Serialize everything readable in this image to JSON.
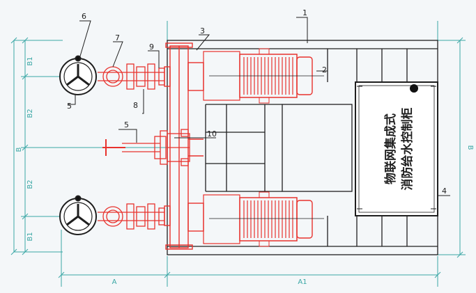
{
  "colors": {
    "background": "#f4f7f9",
    "dimension": "#3aa7a5",
    "pipe": "#e8322d",
    "outline": "#1f1f1f",
    "leader": "#1f1f1f",
    "motor": "#e8322d"
  },
  "callouts": {
    "c1": "1",
    "c2": "2",
    "c3": "3",
    "c4": "4",
    "c5a": "5",
    "c5b": "5",
    "c6": "6",
    "c7": "7",
    "c8": "8",
    "c9": "9",
    "c10": "10"
  },
  "dimensions": {
    "b1_top": "B1",
    "b2_top": "B2",
    "b_total": "B",
    "b2_bottom": "B2",
    "b1_bottom": "B1",
    "b_right": "B",
    "a": "A",
    "a1": "A1"
  },
  "cabinet": {
    "line1": "物联网集成式",
    "line2": "消防给水控制柜"
  }
}
